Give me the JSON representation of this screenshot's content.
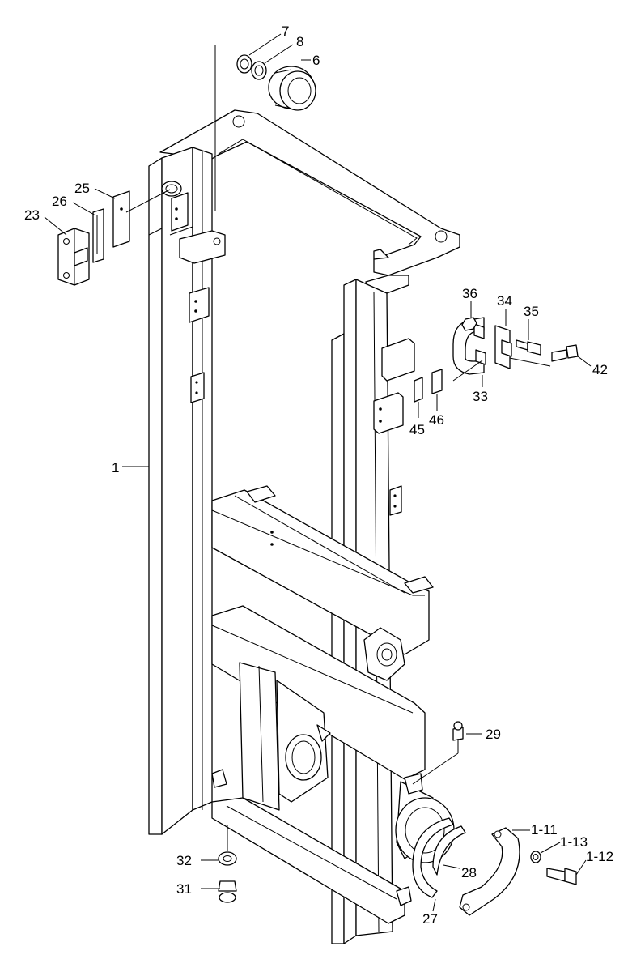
{
  "labels": {
    "l1": "1",
    "l6": "6",
    "l7": "7",
    "l8": "8",
    "l23": "23",
    "l25": "25",
    "l26": "26",
    "l27": "27",
    "l28": "28",
    "l29": "29",
    "l31": "31",
    "l32": "32",
    "l33": "33",
    "l34": "34",
    "l35": "35",
    "l36": "36",
    "l42": "42",
    "l45": "45",
    "l46": "46",
    "l1_11": "1-11",
    "l1_12": "1-12",
    "l1_13": "1-13"
  }
}
